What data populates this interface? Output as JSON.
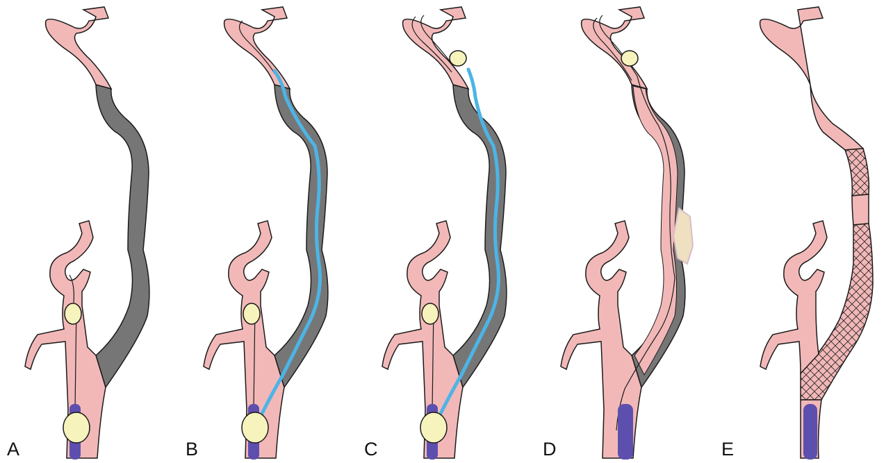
{
  "figure": {
    "panels": [
      {
        "label": "A"
      },
      {
        "label": "B"
      },
      {
        "label": "C"
      },
      {
        "label": "D"
      },
      {
        "label": "E"
      }
    ]
  },
  "colors": {
    "vessel": "#f2b8b8",
    "occlusion": "#767676",
    "guidewire": "#4db4e6",
    "balloon": "#f6f3bc",
    "sheath": "#5d4fae",
    "thrombus": "#eee0c0",
    "outline": "#1a1a1a"
  }
}
